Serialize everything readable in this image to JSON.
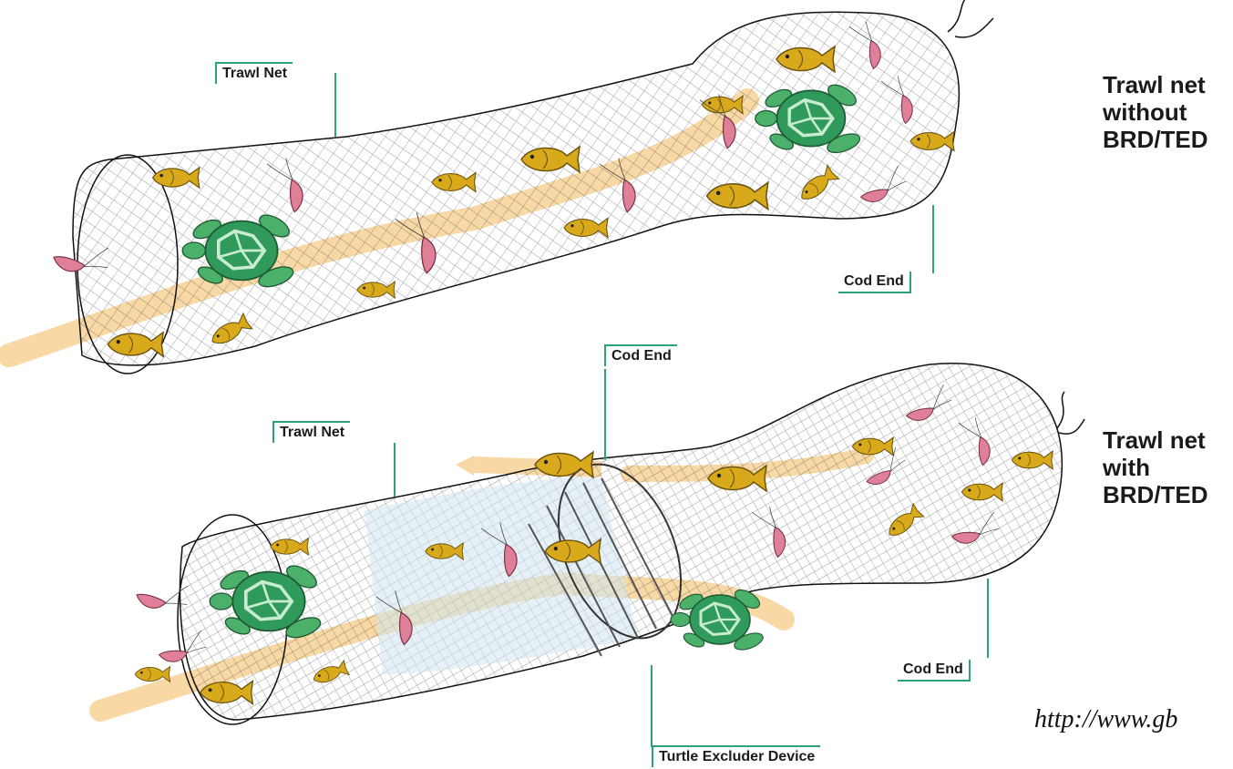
{
  "top_diagram": {
    "title_lines": [
      "Trawl net",
      "without",
      "BRD/TED"
    ],
    "labels": {
      "trawl_net": "Trawl Net",
      "cod_end": "Cod End"
    }
  },
  "bottom_diagram": {
    "title_lines": [
      "Trawl net",
      "with",
      "BRD/TED"
    ],
    "labels": {
      "trawl_net": "Trawl Net",
      "cod_end_top": "Cod End",
      "cod_end_bottom": "Cod End",
      "ted": "Turtle Excluder Device"
    }
  },
  "source_url": "http://www.gb",
  "colors": {
    "fish": "#d9a91c",
    "turtle": "#2f9a5a",
    "shrimp": "#e07f98",
    "flow": "#f8d9a6",
    "callout": "#2aa37d"
  }
}
